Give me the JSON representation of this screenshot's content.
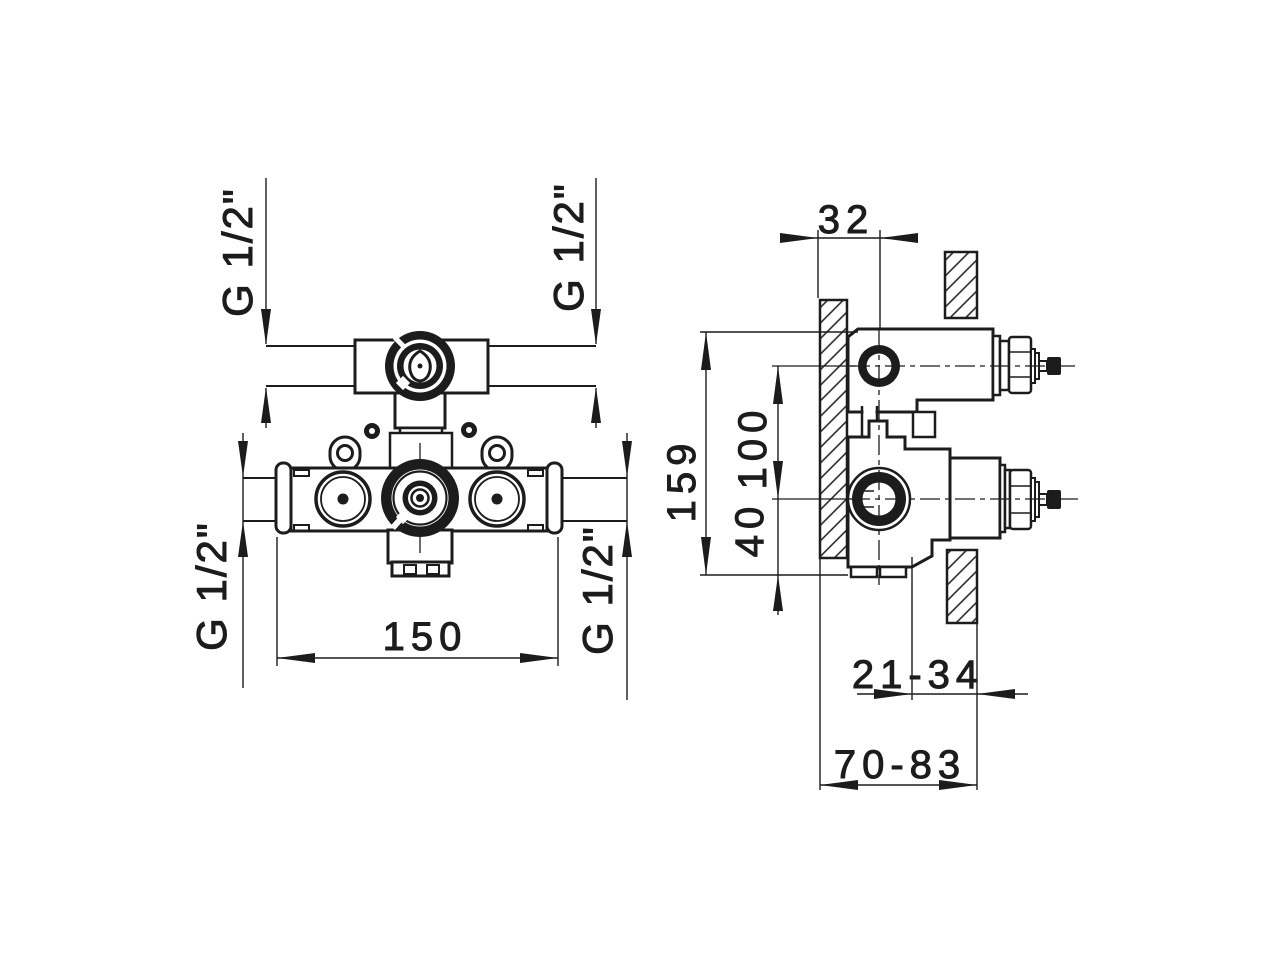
{
  "drawing": {
    "type": "technical-dimension-drawing",
    "background": "#ffffff",
    "line_color": "#1c1c1c",
    "front_view": {
      "dim_width": "150",
      "thread_top_left": "G 1/2\"",
      "thread_top_right": "G 1/2\"",
      "thread_bottom_left": "G 1/2\"",
      "thread_bottom_right": "G 1/2\""
    },
    "side_view": {
      "dim_depth": "32",
      "dim_height": "159",
      "dim_port_spacing": "100",
      "dim_bottom_offset": "40",
      "dim_trim_range": "21-34",
      "dim_total_depth_range": "70-83"
    }
  }
}
